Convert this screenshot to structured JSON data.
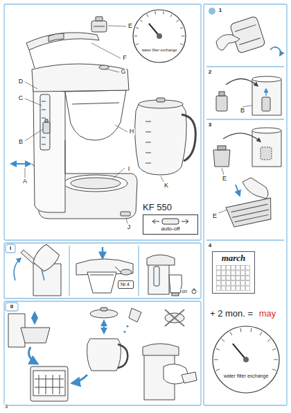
{
  "diagram": {
    "nodes": [
      {
        "text": [
          "KF 550",
          "auto-off"
        ]
      },
      {
        "text": [
          "Nr.4"
        ]
      },
      {
        "text": [
          "march"
        ]
      }
    ],
    "labels": [
      "E",
      "F",
      "G",
      "D",
      "C",
      "B",
      "H",
      "K",
      "I",
      "A",
      "J",
      "water filter exchange",
      "1",
      "2",
      "B",
      "3",
      "E",
      "E",
      "4",
      "+ 2 mon. =",
      "may",
      "water filter exchange",
      "I",
      "on",
      "II",
      "3"
    ]
  }
}
